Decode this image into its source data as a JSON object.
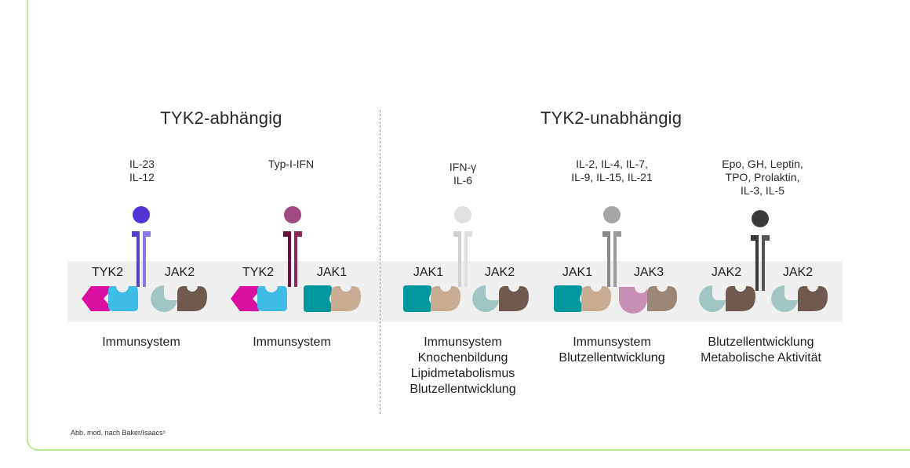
{
  "headings": {
    "left": "TYK2-abhängig",
    "right": "TYK2-unabhängig"
  },
  "footnote": "Abb. mod. nach Baker/Isaacs⁵",
  "colors": {
    "tyk2_magenta": "#d90fa2",
    "tyk2_blue": "#3fbde6",
    "jak2_gray_green": "#9fc6c2",
    "jak2_brown": "#6e5a4e",
    "jak1_teal": "#00979f",
    "jak1_tan": "#c9ad93",
    "jak3_pink": "#c98fb4",
    "jak3_taupe": "#9a8676",
    "band": "#efefef",
    "frame": "#b7ec8f"
  },
  "receptors": [
    {
      "ligand_lines": [
        "IL-23",
        "IL-12"
      ],
      "color": "#5233d6",
      "receptor_color": "#5640c9",
      "kinases": [
        "TYK2",
        "JAK2"
      ],
      "functions": [
        "Immunsystem"
      ]
    },
    {
      "ligand_lines": [
        "Typ-I-IFN"
      ],
      "color": "#a04a80",
      "receptor_color": "#6b1140",
      "kinases": [
        "TYK2",
        "JAK1"
      ],
      "functions": [
        "Immunsystem"
      ]
    },
    {
      "ligand_lines": [
        "IFN-γ",
        "IL-6"
      ],
      "color": "#e0e0e0",
      "receptor_color": "#d6d6d6",
      "kinases": [
        "JAK1",
        "JAK2"
      ],
      "functions": [
        "Immunsystem",
        "Knochenbildung",
        "Lipidmetabolismus",
        "Blutzellentwicklung"
      ]
    },
    {
      "ligand_lines": [
        "IL-2, IL-4, IL-7,",
        "IL-9, IL-15, IL-21"
      ],
      "color": "#a6a6a6",
      "receptor_color": "#8f8f8f",
      "kinases": [
        "JAK1",
        "JAK3"
      ],
      "functions": [
        "Immunsystem",
        "Blutzellentwicklung"
      ]
    },
    {
      "ligand_lines": [
        "Epo, GH, Leptin,",
        "TPO, Prolaktin,",
        "IL-3, IL-5"
      ],
      "color": "#3a3a3a",
      "receptor_color": "#3a3a3a",
      "kinases": [
        "JAK2",
        "JAK2"
      ],
      "functions": [
        "Blutzellentwicklung",
        "Metabolische Aktivität"
      ]
    }
  ]
}
